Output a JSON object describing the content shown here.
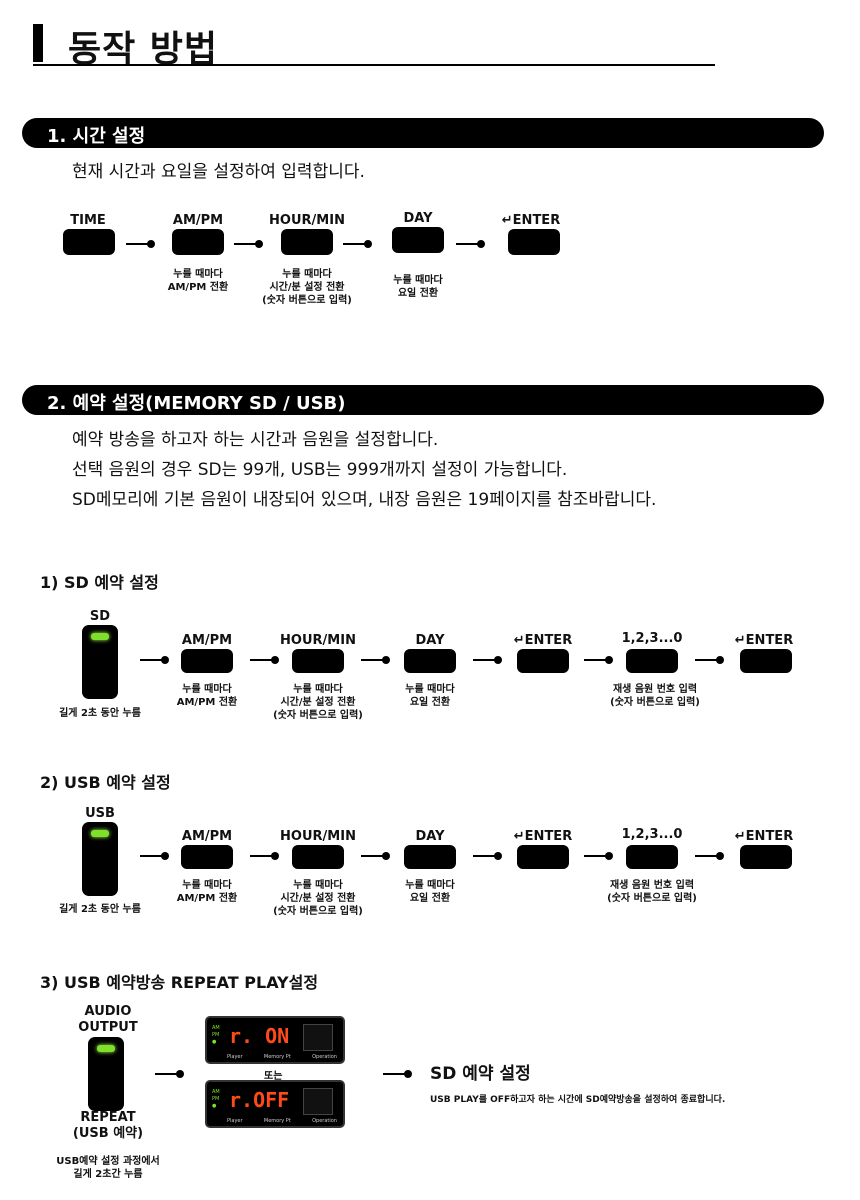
{
  "page_title": "동작 방법",
  "section1": {
    "title": "1. 시간 설정",
    "desc": "현재 시간과 요일을 설정하여 입력합니다.",
    "steps": [
      {
        "label": "TIME",
        "caption": []
      },
      {
        "label": "AM/PM",
        "caption": [
          "누를 때마다",
          "AM/PM 전환"
        ]
      },
      {
        "label": "HOUR/MIN",
        "caption": [
          "누를 때마다",
          "시간/분 설정 전환",
          "(숫자 버튼으로 입력)"
        ]
      },
      {
        "label": "DAY",
        "caption": [
          "누를 때마다",
          "요일 전환"
        ]
      },
      {
        "label": "↵ENTER",
        "caption": []
      }
    ]
  },
  "section2": {
    "title": "2. 예약 설정(MEMORY SD / USB)",
    "desc": [
      "예약 방송을 하고자 하는 시간과 음원을 설정합니다.",
      "선택 음원의 경우 SD는 99개, USB는 999개까지 설정이 가능합니다.",
      "SD메모리에 기본 음원이 내장되어 있으며, 내장 음원은 19페이지를 참조바랍니다."
    ]
  },
  "sd_reserve": {
    "title": "1) SD 예약 설정",
    "key_label": "SD",
    "key_caption": "길게 2초 동안 누름",
    "steps": [
      {
        "label": "AM/PM",
        "caption": [
          "누를 때마다",
          "AM/PM 전환"
        ]
      },
      {
        "label": "HOUR/MIN",
        "caption": [
          "누를 때마다",
          "시간/분 설정 전환",
          "(숫자 버튼으로 입력)"
        ]
      },
      {
        "label": "DAY",
        "caption": [
          "누를 때마다",
          "요일 전환"
        ]
      },
      {
        "label": "↵ENTER",
        "caption": []
      },
      {
        "label": "1,2,3...0",
        "caption": [
          "재생 음원 번호 입력",
          "(숫자 버튼으로 입력)"
        ]
      },
      {
        "label": "↵ENTER",
        "caption": []
      }
    ]
  },
  "usb_reserve": {
    "title": "2) USB 예약 설정",
    "key_label": "USB",
    "key_caption": "길게 2초 동안 누름",
    "steps": [
      {
        "label": "AM/PM",
        "caption": [
          "누를 때마다",
          "AM/PM 전환"
        ]
      },
      {
        "label": "HOUR/MIN",
        "caption": [
          "누를 때마다",
          "시간/분 설정 전환",
          "(숫자 버튼으로 입력)"
        ]
      },
      {
        "label": "DAY",
        "caption": [
          "누를 때마다",
          "요일 전환"
        ]
      },
      {
        "label": "↵ENTER",
        "caption": []
      },
      {
        "label": "1,2,3...0",
        "caption": [
          "재생 음원 번호 입력",
          "(숫자 버튼으로 입력)"
        ]
      },
      {
        "label": "↵ENTER",
        "caption": []
      }
    ]
  },
  "repeat": {
    "title": "3) USB 예약방송 REPEAT PLAY설정",
    "key_top": [
      "AUDIO",
      "OUTPUT"
    ],
    "key_bottom": [
      "REPEAT",
      "(USB 예약)"
    ],
    "key_caption": [
      "USB예약 설정 과정에서",
      "길게 2초간 누름"
    ],
    "lcd_on": "r. ON",
    "lcd_off": "r.OFF",
    "or_text": "또는",
    "lcd_side": [
      "AM",
      "PM",
      "●"
    ],
    "lcd_foot": [
      "Player",
      "Memory Pt",
      "Operation"
    ],
    "result_title": "SD 예약 설정",
    "result_desc": "USB PLAY를 OFF하고자 하는 시간에 SD예약방송을 설정하여 종료합니다."
  },
  "colors": {
    "led": "#7ee02a",
    "lcd_digits": "#ff4a1a",
    "ink": "#000000"
  }
}
